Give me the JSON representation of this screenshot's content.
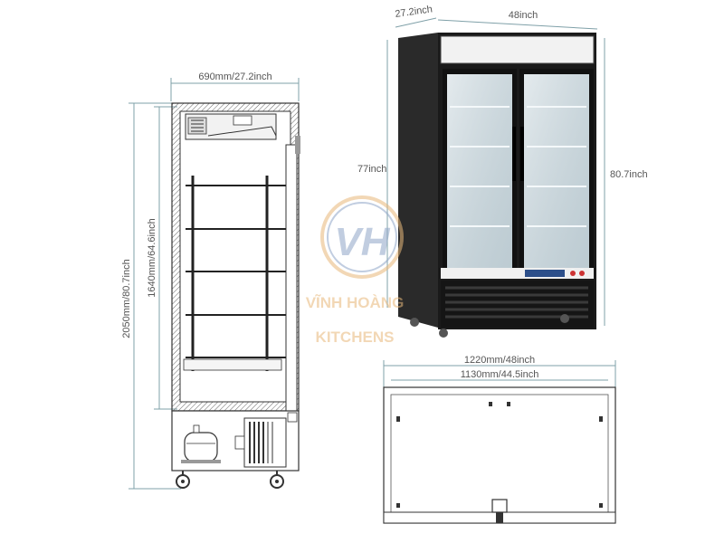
{
  "colors": {
    "dimension_line": "#7fa0a8",
    "label_text": "#555555",
    "cabinet_body": "#1a1a1a",
    "glass": "#c9d6dc",
    "watermark": "#e8b87a"
  },
  "side_view": {
    "width_label": "690mm/27.2inch",
    "inner_height_label": "1640mm/64.6inch",
    "total_height_label": "2050mm/80.7inch",
    "icons": [
      "compressor-icon",
      "caster-wheel-icon",
      "condenser-icon"
    ]
  },
  "product_photo": {
    "depth_label": "27.2inch",
    "width_label": "48inch",
    "door_height_label": "77inch",
    "total_height_label": "80.7inch"
  },
  "top_view": {
    "outer_width_label": "1220mm/48inch",
    "inner_width_label": "1130mm/44.5inch"
  },
  "watermark": {
    "monogram": "VH",
    "line1": "VĨNH HOÀNG",
    "line2": "KITCHENS"
  }
}
